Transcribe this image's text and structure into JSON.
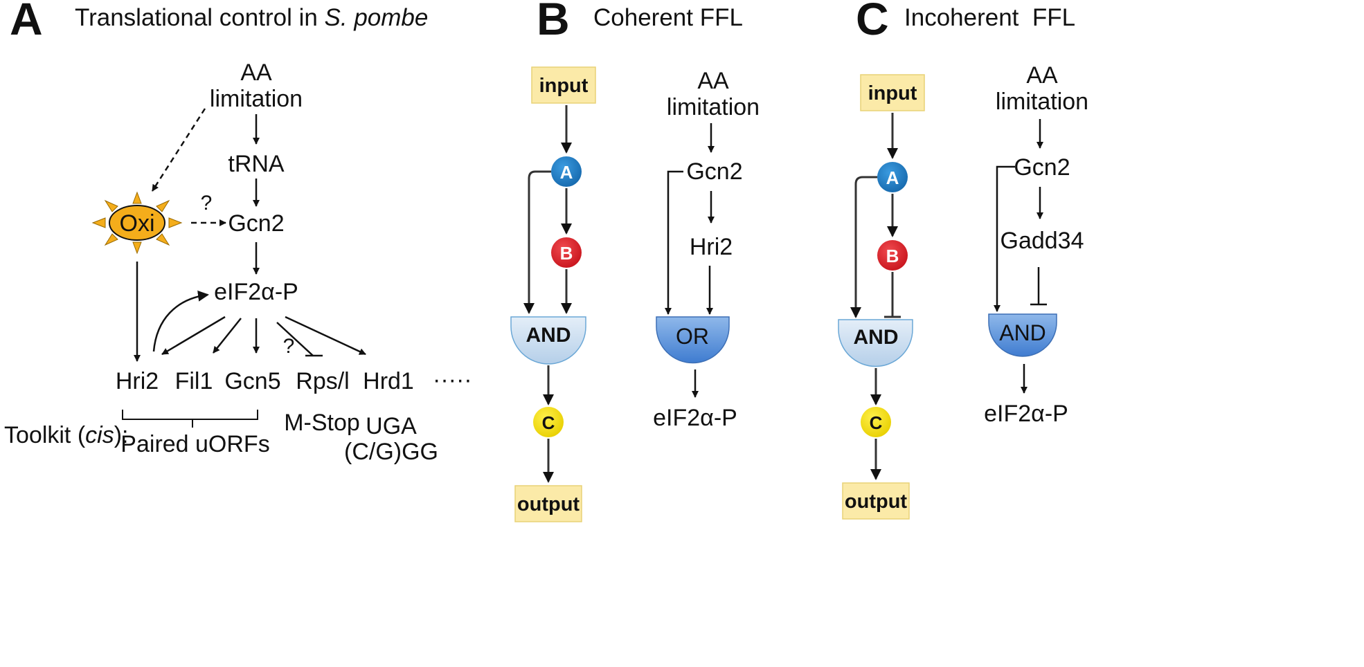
{
  "panel_a": {
    "letter": "A",
    "title_prefix": "Translational control in ",
    "title_italic": "S. pombe",
    "aa_line1": "AA",
    "aa_line2": "limitation",
    "trna": "tRNA",
    "gcn2": "Gcn2",
    "oxi": "Oxi",
    "question_oxi": "?",
    "eif2a": "eIF2α-P",
    "targets": [
      "Hri2",
      "Fil1",
      "Gcn5",
      "Rps/l",
      "Hrd1"
    ],
    "ellipsis": "·····",
    "question_rps": "?",
    "toolkit_prefix": "Toolkit (",
    "toolkit_italic": "cis",
    "toolkit_suffix": "):",
    "paired_uorfs": "Paired uORFs",
    "m_stop": "M-Stop",
    "uga_line1": "UGA",
    "uga_line2": "(C/G)GG"
  },
  "panel_b": {
    "letter": "B",
    "title": "Coherent FFL",
    "input": "input",
    "node_a": "A",
    "node_b": "B",
    "gate": "AND",
    "node_c": "C",
    "output": "output",
    "aa_line1": "AA",
    "aa_line2": "limitation",
    "gcn2": "Gcn2",
    "hri2": "Hri2",
    "gate2": "OR",
    "eif2a": "eIF2α-P"
  },
  "panel_c": {
    "letter": "C",
    "title": "Incoherent  FFL",
    "input": "input",
    "node_a": "A",
    "node_b": "B",
    "gate": "AND",
    "node_c": "C",
    "output": "output",
    "aa_line1": "AA",
    "aa_line2": "limitation",
    "gcn2": "Gcn2",
    "gadd34": "Gadd34",
    "gate2": "AND",
    "eif2a": "eIF2α-P"
  },
  "colors": {
    "box_fill": "#fbeaa8",
    "node_blue": "#1f7fc6",
    "node_red": "#e3262e",
    "node_yellow": "#f7e11c",
    "gate_light": "#c8dcf0",
    "gate_dark": "#5d93d6",
    "oxi_orange": "#f4ad1b"
  }
}
